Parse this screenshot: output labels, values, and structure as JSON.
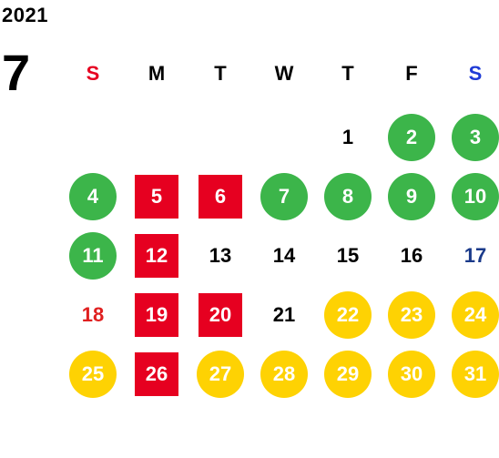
{
  "calendar": {
    "year": "2021",
    "month": "7",
    "weekdays": [
      {
        "label": "S",
        "color": "#e60020"
      },
      {
        "label": "M",
        "color": "#000000"
      },
      {
        "label": "T",
        "color": "#000000"
      },
      {
        "label": "W",
        "color": "#000000"
      },
      {
        "label": "T",
        "color": "#000000"
      },
      {
        "label": "F",
        "color": "#000000"
      },
      {
        "label": "S",
        "color": "#1f3bd6"
      }
    ],
    "first_weekday_index": 4,
    "days": [
      {
        "day": "1",
        "style": "plain"
      },
      {
        "day": "2",
        "style": "green"
      },
      {
        "day": "3",
        "style": "green"
      },
      {
        "day": "4",
        "style": "green"
      },
      {
        "day": "5",
        "style": "red"
      },
      {
        "day": "6",
        "style": "red"
      },
      {
        "day": "7",
        "style": "green"
      },
      {
        "day": "8",
        "style": "green"
      },
      {
        "day": "9",
        "style": "green"
      },
      {
        "day": "10",
        "style": "green"
      },
      {
        "day": "11",
        "style": "green"
      },
      {
        "day": "12",
        "style": "red"
      },
      {
        "day": "13",
        "style": "plain"
      },
      {
        "day": "14",
        "style": "plain"
      },
      {
        "day": "15",
        "style": "plain"
      },
      {
        "day": "16",
        "style": "plain"
      },
      {
        "day": "17",
        "style": "blue-text"
      },
      {
        "day": "18",
        "style": "red-text"
      },
      {
        "day": "19",
        "style": "red"
      },
      {
        "day": "20",
        "style": "red"
      },
      {
        "day": "21",
        "style": "plain"
      },
      {
        "day": "22",
        "style": "yellow"
      },
      {
        "day": "23",
        "style": "yellow"
      },
      {
        "day": "24",
        "style": "yellow"
      },
      {
        "day": "25",
        "style": "yellow"
      },
      {
        "day": "26",
        "style": "red"
      },
      {
        "day": "27",
        "style": "yellow"
      },
      {
        "day": "28",
        "style": "yellow"
      },
      {
        "day": "29",
        "style": "yellow"
      },
      {
        "day": "30",
        "style": "yellow"
      },
      {
        "day": "31",
        "style": "yellow"
      }
    ],
    "colors": {
      "green": "#3cb54a",
      "yellow": "#fed203",
      "red": "#e60020"
    }
  }
}
